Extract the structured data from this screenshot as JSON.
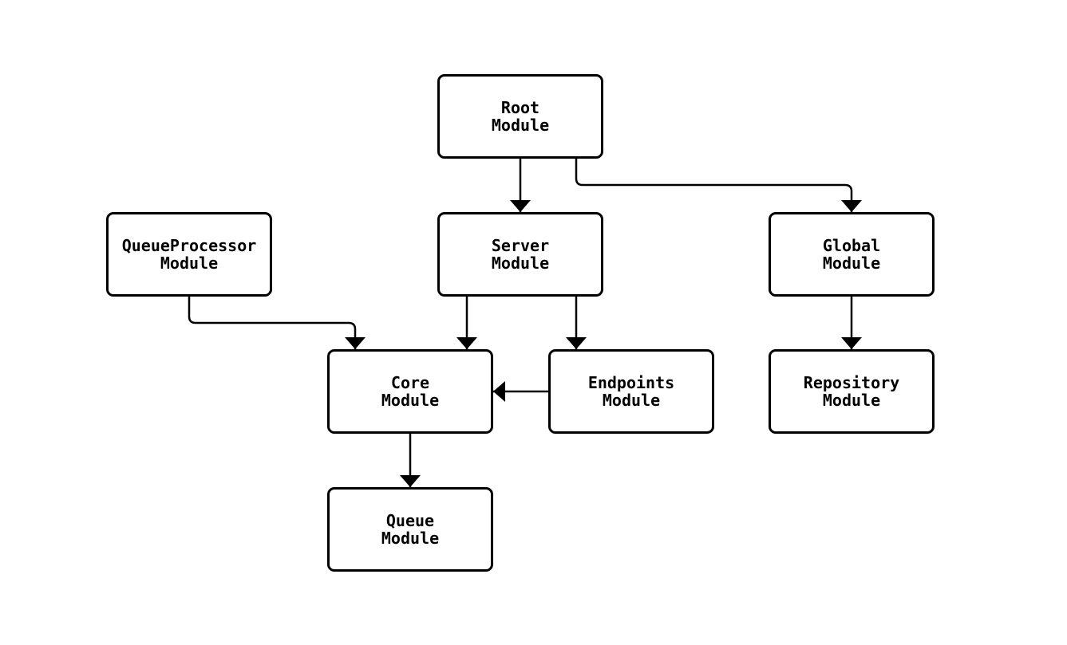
{
  "diagram": {
    "type": "module-dependency-graph",
    "background_color": "#ffffff",
    "node_fill_color": "#ffffff",
    "stroke_color": "#000000",
    "text_color": "#000000",
    "nodes": [
      {
        "id": "root",
        "label": "Root\nModule"
      },
      {
        "id": "queueprocessor",
        "label": "QueueProcessor\nModule"
      },
      {
        "id": "server",
        "label": "Server\nModule"
      },
      {
        "id": "global",
        "label": "Global\nModule"
      },
      {
        "id": "core",
        "label": "Core\nModule"
      },
      {
        "id": "endpoints",
        "label": "Endpoints\nModule"
      },
      {
        "id": "repository",
        "label": "Repository\nModule"
      },
      {
        "id": "queue",
        "label": "Queue\nModule"
      }
    ],
    "edges": [
      {
        "from": "root",
        "to": "server"
      },
      {
        "from": "root",
        "to": "global"
      },
      {
        "from": "queueprocessor",
        "to": "core"
      },
      {
        "from": "server",
        "to": "core"
      },
      {
        "from": "server",
        "to": "endpoints"
      },
      {
        "from": "endpoints",
        "to": "core"
      },
      {
        "from": "core",
        "to": "queue"
      },
      {
        "from": "global",
        "to": "repository"
      }
    ]
  }
}
